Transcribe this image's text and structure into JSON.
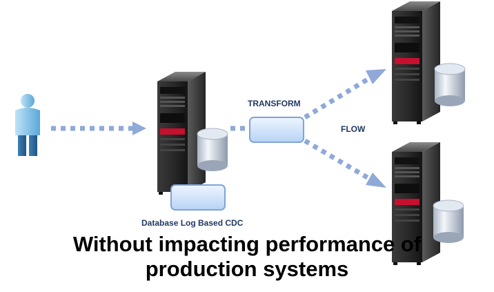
{
  "labels": {
    "transform": "TRANSFORM",
    "flow": "FLOW",
    "cdc": "Database Log Based CDC"
  },
  "caption": {
    "line1": "Without impacting performance of",
    "line2": "production systems"
  },
  "icons": {
    "user": "user-icon",
    "server": "server-icon",
    "database": "database-icon",
    "box": "process-box-icon"
  },
  "colors": {
    "label": "#1f3864",
    "arrow": "#8fa9d8",
    "box_fill": "#cfe2fb",
    "box_stroke": "#7ea4d6",
    "server_red": "#c8102e"
  }
}
